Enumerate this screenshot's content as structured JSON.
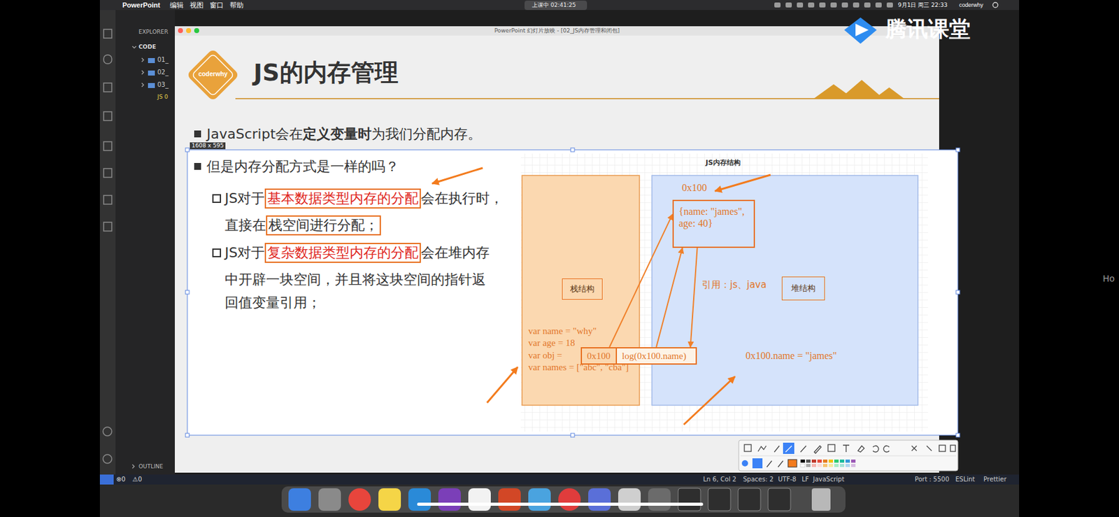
{
  "diagram": {
    "title": "JS的内存管理",
    "nodes": [
      {
        "text": [
          "栈结构"
        ]
      },
      {
        "text": [
          "0x100"
        ]
      },
      {
        "text": [
          "log(0x100.name)"
        ]
      },
      {
        "text": [
          "{name: \"james\", age: 40}"
        ]
      },
      {
        "text": [
          "堆结构"
        ]
      }
    ],
    "edges": [
      {
        "from": 1,
        "to": 3,
        "arrow": "to"
      },
      {
        "from": 2,
        "to": 3,
        "arrow": "to"
      },
      {
        "from": 3,
        "to": 2,
        "arrow": "to"
      }
    ],
    "labels": [
      "PowerPoint",
      "编辑",
      "视图",
      "窗口",
      "帮助",
      "上课中 02:41:25",
      "9月1日 周三 22:33",
      "coderwhy",
      "腾讯课堂",
      "EXPLORER",
      "CODE",
      "01_",
      "02_",
      "03_",
      "JS 0",
      "OUTLINE",
      "PowerPoint 幻灯片放映 - [02_JS内存管理和闭包]",
      "coderwhy",
      "JavaScript会在",
      "定义变量时",
      "为我们分配内存。",
      "1608 x 595",
      "但是内存分配方式是一样的吗？",
      "JS对于",
      "基本数据类型内存的分配",
      "会在执行时，",
      "直接在",
      "栈空间进行分配；",
      "JS对于",
      "复杂数据类型内存的分配",
      "会在堆内存",
      "中开辟一块空间，并且将这块空间的指针返",
      "回值变量引用；",
      "JS内存结构",
      "var name = \"why\"",
      "var age = 18",
      "var obj =",
      "var names = [\"abc\", \"cba\"]",
      "0x100",
      "引用：js、java",
      "0x100.name = \"james\"",
      "⊗0",
      "⚠0",
      "Ln 6, Col 2",
      "Spaces: 2",
      "UTF-8",
      "LF",
      "JavaScript",
      "Port : 5500",
      "ESLint",
      "Prettier",
      "Ho"
    ]
  }
}
